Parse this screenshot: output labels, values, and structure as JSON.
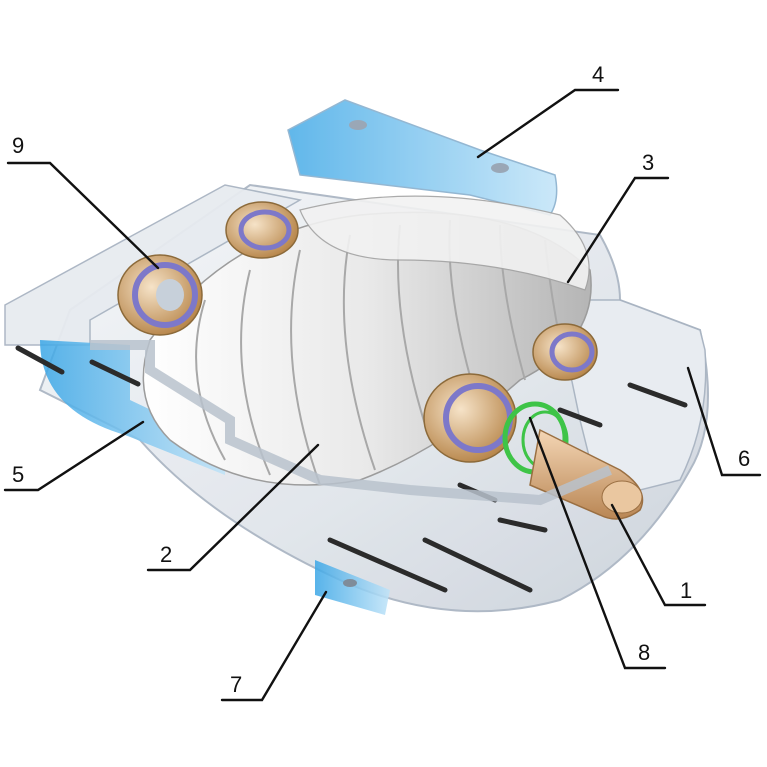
{
  "diagram": {
    "subject": "screw-compressor-cutaway",
    "colors": {
      "housing": "#e4e8ee",
      "housing_edge": "#a9b4c2",
      "flange_blue": "#5ab7ee",
      "rotor_light": "#f3f3f3",
      "rotor_shadow": "#bdbdbd",
      "bearing_gold": "#d89a3e",
      "bearing_cage": "#7d78c9",
      "seal_green": "#3ec447",
      "bolt": "#2b2b2b",
      "shaft": "#dcb48a",
      "leader_line": "#111111"
    },
    "callouts": [
      {
        "id": "c1",
        "label": "1"
      },
      {
        "id": "c2",
        "label": "2"
      },
      {
        "id": "c3",
        "label": "3"
      },
      {
        "id": "c4",
        "label": "4"
      },
      {
        "id": "c5",
        "label": "5"
      },
      {
        "id": "c6",
        "label": "6"
      },
      {
        "id": "c7",
        "label": "7"
      },
      {
        "id": "c8",
        "label": "8"
      },
      {
        "id": "c9",
        "label": "9"
      }
    ]
  }
}
